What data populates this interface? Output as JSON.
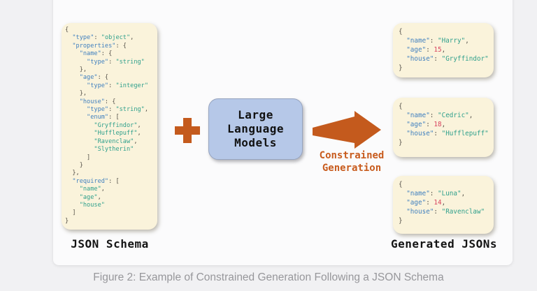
{
  "caption": "Figure 2: Example of Constrained Generation Following a JSON Schema",
  "colors": {
    "accent_orange": "#c45a1d",
    "orange_text": "#c85c1e",
    "llm_fill": "#b6c8e8",
    "code_box_cream": "#faf3db",
    "key_blue": "#4180bf",
    "string_teal": "#2fa08c",
    "number_red": "#d8435e",
    "punctuation_gray": "#56524a"
  },
  "schema_panel": {
    "label": "JSON Schema",
    "code": [
      [
        [
          "p",
          "{"
        ]
      ],
      [
        [
          "p",
          "  "
        ],
        [
          "k",
          "\"type\""
        ],
        [
          "p",
          ": "
        ],
        [
          "s",
          "\"object\""
        ],
        [
          "p",
          ","
        ]
      ],
      [
        [
          "p",
          "  "
        ],
        [
          "k",
          "\"properties\""
        ],
        [
          "p",
          ": {"
        ]
      ],
      [
        [
          "p",
          "    "
        ],
        [
          "k",
          "\"name\""
        ],
        [
          "p",
          ": {"
        ]
      ],
      [
        [
          "p",
          "      "
        ],
        [
          "k",
          "\"type\""
        ],
        [
          "p",
          ": "
        ],
        [
          "s",
          "\"string\""
        ]
      ],
      [
        [
          "p",
          "    },"
        ]
      ],
      [
        [
          "p",
          "    "
        ],
        [
          "k",
          "\"age\""
        ],
        [
          "p",
          ": {"
        ]
      ],
      [
        [
          "p",
          "      "
        ],
        [
          "k",
          "\"type\""
        ],
        [
          "p",
          ": "
        ],
        [
          "s",
          "\"integer\""
        ]
      ],
      [
        [
          "p",
          "    },"
        ]
      ],
      [
        [
          "p",
          "    "
        ],
        [
          "k",
          "\"house\""
        ],
        [
          "p",
          ": {"
        ]
      ],
      [
        [
          "p",
          "      "
        ],
        [
          "k",
          "\"type\""
        ],
        [
          "p",
          ": "
        ],
        [
          "s",
          "\"string\""
        ],
        [
          "p",
          ","
        ]
      ],
      [
        [
          "p",
          "      "
        ],
        [
          "k",
          "\"enum\""
        ],
        [
          "p",
          ": ["
        ]
      ],
      [
        [
          "p",
          "        "
        ],
        [
          "s",
          "\"Gryffindor\""
        ],
        [
          "p",
          ","
        ]
      ],
      [
        [
          "p",
          "        "
        ],
        [
          "s",
          "\"Hufflepuff\""
        ],
        [
          "p",
          ","
        ]
      ],
      [
        [
          "p",
          "        "
        ],
        [
          "s",
          "\"Ravenclaw\""
        ],
        [
          "p",
          ","
        ]
      ],
      [
        [
          "p",
          "        "
        ],
        [
          "s",
          "\"Slytherin\""
        ]
      ],
      [
        [
          "p",
          "      ]"
        ]
      ],
      [
        [
          "p",
          "    }"
        ]
      ],
      [
        [
          "p",
          "  },"
        ]
      ],
      [
        [
          "p",
          "  "
        ],
        [
          "k",
          "\"required\""
        ],
        [
          "p",
          ": ["
        ]
      ],
      [
        [
          "p",
          "    "
        ],
        [
          "s",
          "\"name\""
        ],
        [
          "p",
          ","
        ]
      ],
      [
        [
          "p",
          "    "
        ],
        [
          "s",
          "\"age\""
        ],
        [
          "p",
          ","
        ]
      ],
      [
        [
          "p",
          "    "
        ],
        [
          "s",
          "\"house\""
        ]
      ],
      [
        [
          "p",
          "  ]"
        ]
      ],
      [
        [
          "p",
          "}"
        ]
      ]
    ]
  },
  "llm_box": {
    "label": "Large\nLanguage\nModels"
  },
  "arrow": {
    "label": "Constrained\nGeneration"
  },
  "outputs_panel": {
    "label": "Generated JSONs",
    "boxes": [
      {
        "code": [
          [
            [
              "p",
              "{"
            ]
          ],
          [
            [
              "p",
              "  "
            ],
            [
              "k",
              "\"name\""
            ],
            [
              "p",
              ": "
            ],
            [
              "s",
              "\"Harry\""
            ],
            [
              "p",
              ","
            ]
          ],
          [
            [
              "p",
              "  "
            ],
            [
              "k",
              "\"age\""
            ],
            [
              "p",
              ": "
            ],
            [
              "n",
              "15"
            ],
            [
              "p",
              ","
            ]
          ],
          [
            [
              "p",
              "  "
            ],
            [
              "k",
              "\"house\""
            ],
            [
              "p",
              ": "
            ],
            [
              "s",
              "\"Gryffindor\""
            ]
          ],
          [
            [
              "p",
              "}"
            ]
          ]
        ]
      },
      {
        "code": [
          [
            [
              "p",
              "{"
            ]
          ],
          [
            [
              "p",
              "  "
            ],
            [
              "k",
              "\"name\""
            ],
            [
              "p",
              ": "
            ],
            [
              "s",
              "\"Cedric\""
            ],
            [
              "p",
              ","
            ]
          ],
          [
            [
              "p",
              "  "
            ],
            [
              "k",
              "\"age\""
            ],
            [
              "p",
              ": "
            ],
            [
              "n",
              "18"
            ],
            [
              "p",
              ","
            ]
          ],
          [
            [
              "p",
              "  "
            ],
            [
              "k",
              "\"house\""
            ],
            [
              "p",
              ": "
            ],
            [
              "s",
              "\"Hufflepuff\""
            ]
          ],
          [
            [
              "p",
              "}"
            ]
          ]
        ]
      },
      {
        "code": [
          [
            [
              "p",
              "{"
            ]
          ],
          [
            [
              "p",
              "  "
            ],
            [
              "k",
              "\"name\""
            ],
            [
              "p",
              ": "
            ],
            [
              "s",
              "\"Luna\""
            ],
            [
              "p",
              ","
            ]
          ],
          [
            [
              "p",
              "  "
            ],
            [
              "k",
              "\"age\""
            ],
            [
              "p",
              ": "
            ],
            [
              "n",
              "14"
            ],
            [
              "p",
              ","
            ]
          ],
          [
            [
              "p",
              "  "
            ],
            [
              "k",
              "\"house\""
            ],
            [
              "p",
              ": "
            ],
            [
              "s",
              "\"Ravenclaw\""
            ]
          ],
          [
            [
              "p",
              "}"
            ]
          ]
        ]
      }
    ]
  }
}
